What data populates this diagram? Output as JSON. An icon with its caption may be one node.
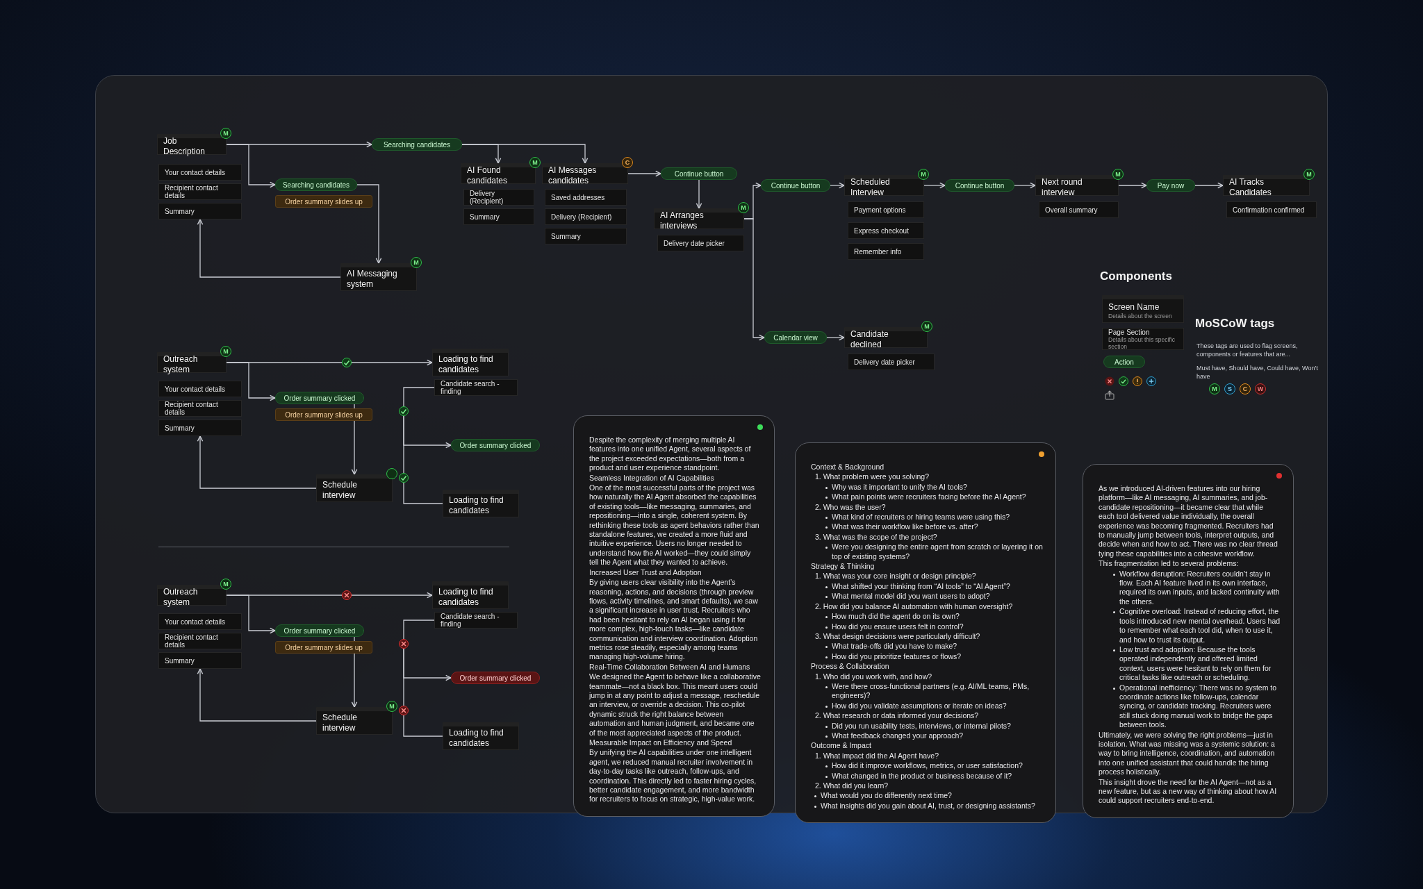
{
  "diagram": {
    "nodes": [
      {
        "text": [
          "Job Description"
        ]
      },
      {
        "text": [
          "M"
        ]
      },
      {
        "text": [
          "Your contact details"
        ]
      },
      {
        "text": [
          "Recipient contact details"
        ]
      },
      {
        "text": [
          "Summary"
        ]
      },
      {
        "text": [
          "Searching candidates"
        ]
      },
      {
        "text": [
          "Searching candidates"
        ]
      },
      {
        "text": [
          "Order summary slides up"
        ]
      },
      {
        "text": [
          "AI Messaging system"
        ]
      },
      {
        "text": [
          "M"
        ]
      },
      {
        "text": [
          "AI Found candidates"
        ]
      },
      {
        "text": [
          "M"
        ]
      },
      {
        "text": [
          "Delivery (Recipient)"
        ]
      },
      {
        "text": [
          "Summary"
        ]
      },
      {
        "text": [
          "AI Messages candidates"
        ]
      },
      {
        "text": [
          "C"
        ]
      },
      {
        "text": [
          "Saved addresses"
        ]
      },
      {
        "text": [
          "Delivery (Recipient)"
        ]
      },
      {
        "text": [
          "Summary"
        ]
      },
      {
        "text": [
          "Continue button"
        ]
      },
      {
        "text": [
          "AI Arranges interviews"
        ]
      },
      {
        "text": [
          "M"
        ]
      },
      {
        "text": [
          "Delivery date picker"
        ]
      },
      {
        "text": [
          "Continue button"
        ]
      },
      {
        "text": [
          "Calendar view"
        ]
      },
      {
        "text": [
          "Scheduled Interview"
        ]
      },
      {
        "text": [
          "M"
        ]
      },
      {
        "text": [
          "Payment options"
        ]
      },
      {
        "text": [
          "Express checkout"
        ]
      },
      {
        "text": [
          "Remember info"
        ]
      },
      {
        "text": [
          "Candidate declined"
        ]
      },
      {
        "text": [
          "M"
        ]
      },
      {
        "text": [
          "Delivery date picker"
        ]
      },
      {
        "text": [
          "Continue button"
        ]
      },
      {
        "text": [
          "Next round interview"
        ]
      },
      {
        "text": [
          "M"
        ]
      },
      {
        "text": [
          "Overall summary"
        ]
      },
      {
        "text": [
          "Pay now"
        ]
      },
      {
        "text": [
          "AI Tracks Candidates"
        ]
      },
      {
        "text": [
          "M"
        ]
      },
      {
        "text": [
          "Confirmation confirmed"
        ]
      },
      {
        "text": [
          "Outreach system"
        ]
      },
      {
        "text": [
          "M"
        ]
      },
      {
        "text": [
          "Your contact details"
        ]
      },
      {
        "text": [
          "Recipient contact details"
        ]
      },
      {
        "text": [
          "Summary"
        ]
      },
      {
        "text": [],
        "shape": "circle"
      },
      {
        "text": [
          "Loading to find candidates"
        ]
      },
      {
        "text": [
          "Candidate search - finding"
        ]
      },
      {
        "text": [
          "Order summary clicked"
        ]
      },
      {
        "text": [
          "Order summary slides up"
        ]
      },
      {
        "text": [
          "Schedule interview"
        ]
      },
      {
        "text": [],
        "shape": "circle"
      },
      {
        "text": [],
        "shape": "circle"
      },
      {
        "text": [
          "Order summary clicked"
        ]
      },
      {
        "text": [],
        "shape": "circle"
      },
      {
        "text": [
          "Loading to find candidates"
        ]
      },
      {
        "text": [
          "Outreach system"
        ]
      },
      {
        "text": [
          "M"
        ]
      },
      {
        "text": [
          "Your contact details"
        ]
      },
      {
        "text": [
          "Recipient contact details"
        ]
      },
      {
        "text": [
          "Summary"
        ]
      },
      {
        "text": [],
        "shape": "circle"
      },
      {
        "text": [
          "Loading to find candidates"
        ]
      },
      {
        "text": [
          "Candidate search - finding"
        ]
      },
      {
        "text": [
          "Order summary clicked"
        ]
      },
      {
        "text": [
          "Order summary slides up"
        ]
      },
      {
        "text": [
          "Schedule interview"
        ]
      },
      {
        "text": [
          "M"
        ]
      },
      {
        "text": [],
        "shape": "circle"
      },
      {
        "text": [
          "Order summary clicked"
        ]
      },
      {
        "text": [],
        "shape": "circle"
      },
      {
        "text": [
          "Loading to find candidates"
        ]
      },
      {
        "text": [
          "Screen Name",
          "Details about the screen"
        ]
      },
      {
        "text": [
          "Page Section",
          "Details about this specific section"
        ]
      },
      {
        "text": [
          "Action"
        ]
      },
      {
        "text": [
          "M"
        ]
      },
      {
        "text": [
          "S"
        ]
      },
      {
        "text": [
          "C"
        ]
      },
      {
        "text": [
          "W"
        ]
      }
    ],
    "edges": [
      {
        "from": 0,
        "to": 5,
        "arrow": "to"
      },
      {
        "from": 5,
        "to": 10,
        "arrow": "to"
      },
      {
        "from": 5,
        "to": 14,
        "arrow": "to"
      },
      {
        "from": 0,
        "to": 6,
        "arrow": "to"
      },
      {
        "from": 6,
        "to": 8,
        "arrow": "to"
      },
      {
        "from": 8,
        "to": 4,
        "arrow": "to"
      },
      {
        "from": 14,
        "to": 19,
        "arrow": "to"
      },
      {
        "from": 19,
        "to": 20,
        "arrow": "to"
      },
      {
        "from": 20,
        "to": 23,
        "arrow": "to"
      },
      {
        "from": 23,
        "to": 25,
        "arrow": "to"
      },
      {
        "from": 20,
        "to": 24,
        "arrow": "to"
      },
      {
        "from": 24,
        "to": 30,
        "arrow": "to"
      },
      {
        "from": 25,
        "to": 33,
        "arrow": "to"
      },
      {
        "from": 33,
        "to": 34,
        "arrow": "to"
      },
      {
        "from": 34,
        "to": 37,
        "arrow": "to"
      },
      {
        "from": 37,
        "to": 38,
        "arrow": "to"
      },
      {
        "from": 41,
        "to": 46,
        "arrow": "none"
      },
      {
        "from": 46,
        "to": 47,
        "arrow": "to"
      },
      {
        "from": 41,
        "to": 49,
        "arrow": "to"
      },
      {
        "from": 49,
        "to": 51,
        "arrow": "to"
      },
      {
        "from": 51,
        "to": 45,
        "arrow": "to"
      },
      {
        "from": 48,
        "to": 53,
        "arrow": "none"
      },
      {
        "from": 53,
        "to": 54,
        "arrow": "to"
      },
      {
        "from": 53,
        "to": 55,
        "arrow": "none"
      },
      {
        "from": 55,
        "to": 56,
        "arrow": "none"
      },
      {
        "from": 57,
        "to": 62,
        "arrow": "none"
      },
      {
        "from": 62,
        "to": 63,
        "arrow": "to"
      },
      {
        "from": 57,
        "to": 65,
        "arrow": "to"
      },
      {
        "from": 65,
        "to": 67,
        "arrow": "to"
      },
      {
        "from": 67,
        "to": 61,
        "arrow": "to"
      },
      {
        "from": 64,
        "to": 69,
        "arrow": "none"
      },
      {
        "from": 69,
        "to": 70,
        "arrow": "to"
      },
      {
        "from": 69,
        "to": 71,
        "arrow": "none"
      },
      {
        "from": 71,
        "to": 72,
        "arrow": "none"
      }
    ],
    "labels": [
      "Components",
      "MoSCoW tags",
      "These tags are used to flag screens, components or features that are...",
      "Must have, Should have, Could have, Won't have",
      "Despite the complexity of merging multiple AI features into one unified Agent, several aspects of the project exceeded expectations—both from a product and user experience standpoint.",
      "Seamless Integration of AI Capabilities",
      "One of the most successful parts of the project was how naturally the AI Agent absorbed the capabilities of existing tools—like messaging, summaries, and repositioning—into a single, coherent system. By rethinking these tools as agent behaviors rather than standalone features, we created a more fluid and intuitive experience. Users no longer needed to understand how the AI worked—they could simply tell the Agent what they wanted to achieve.",
      "Increased User Trust and Adoption",
      "By giving users clear visibility into the Agent’s reasoning, actions, and decisions (through preview flows, activity timelines, and smart defaults), we saw a significant increase in user trust. Recruiters who had been hesitant to rely on AI began using it for more complex, high-touch tasks—like candidate communication and interview coordination. Adoption metrics rose steadily, especially among teams managing high-volume hiring.",
      "Real-Time Collaboration Between AI and Humans",
      "We designed the Agent to behave like a collaborative teammate—not a black box. This meant users could jump in at any point to adjust a message, reschedule an interview, or override a decision. This co-pilot dynamic struck the right balance between automation and human judgment, and became one of the most appreciated aspects of the product.",
      "Measurable Impact on Efficiency and Speed",
      "By unifying the AI capabilities under one intelligent agent, we reduced manual recruiter involvement in day-to-day tasks like outreach, follow-ups, and coordination. This directly led to faster hiring cycles, better candidate engagement, and more bandwidth for recruiters to focus on strategic, high-value work.",
      "Context & Background",
      "1. What problem were you solving?",
      "Why was it important to unify the AI tools?",
      "What pain points were recruiters facing before the AI Agent?",
      "2. Who was the user?",
      "What kind of recruiters or hiring teams were using this?",
      "What was their workflow like before vs. after?",
      "3. What was the scope of the project?",
      "Were you designing the entire agent from scratch or layering it on top of existing systems?",
      "Strategy & Thinking",
      "1. What was your core insight or design principle?",
      "What shifted your thinking from “AI tools” to “AI Agent”?",
      "What mental model did you want users to adopt?",
      "2. How did you balance AI automation with human oversight?",
      "How much did the agent do on its own?",
      "How did you ensure users felt in control?",
      "3. What design decisions were particularly difficult?",
      "What trade-offs did you have to make?",
      "How did you prioritize features or flows?",
      "Process & Collaboration",
      "1. Who did you work with, and how?",
      "Were there cross-functional partners (e.g. AI/ML teams, PMs, engineers)?",
      "How did you validate assumptions or iterate on ideas?",
      "2. What research or data informed your decisions?",
      "Did you run usability tests, interviews, or internal pilots?",
      "What feedback changed your approach?",
      "Outcome & Impact",
      "1. What impact did the AI Agent have?",
      "How did it improve workflows, metrics, or user satisfaction?",
      "What changed in the product or business because of it?",
      "2. What did you learn?",
      "What would you do differently next time?",
      "What insights did you gain about AI, trust, or designing assistants?",
      "As we introduced AI-driven features into our hiring platform—like AI messaging, AI summaries, and job-candidate repositioning—it became clear that while each tool delivered value individually, the overall experience was becoming fragmented. Recruiters had to manually jump between tools, interpret outputs, and decide when and how to act. There was no clear thread tying these capabilities into a cohesive workflow.",
      "This fragmentation led to several problems:",
      "Workflow disruption: Recruiters couldn’t stay in flow. Each AI feature lived in its own interface, required its own inputs, and lacked continuity with the others.",
      "Cognitive overload: Instead of reducing effort, the tools introduced new mental overhead. Users had to remember what each tool did, when to use it, and how to trust its output.",
      "Low trust and adoption: Because the tools operated independently and offered limited context, users were hesitant to rely on them for critical tasks like outreach or scheduling.",
      "Operational inefficiency: There was no system to coordinate actions like follow-ups, calendar syncing, or candidate tracking. Recruiters were still stuck doing manual work to bridge the gaps between tools.",
      "Ultimately, we were solving the right problems—just in isolation. What was missing was a systemic solution: a way to bring intelligence, coordination, and automation into one unified assistant that could handle the hiring process holistically.",
      "This insight drove the need for the AI Agent—not as a new feature, but as a new way of thinking about how AI could support recruiters end-to-end."
    ]
  }
}
